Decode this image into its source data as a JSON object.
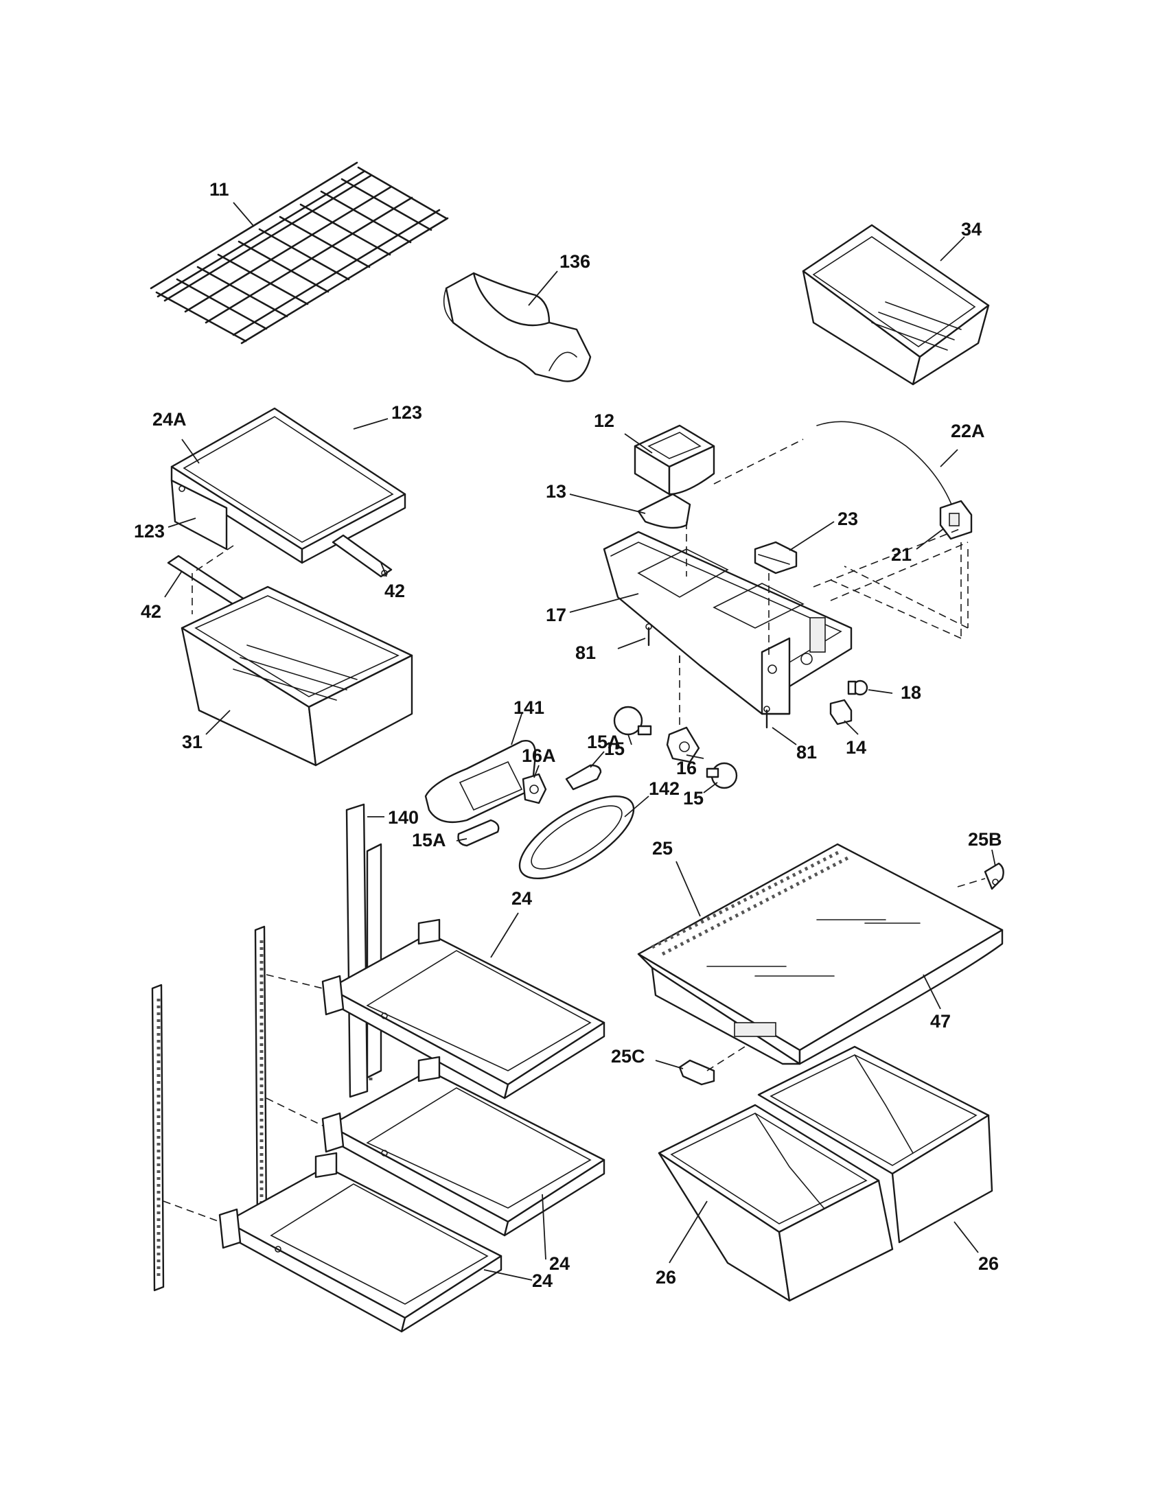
{
  "labels": {
    "l11": "11",
    "l136": "136",
    "l34": "34",
    "l24A": "24A",
    "l123a": "123",
    "l123b": "123",
    "l42a": "42",
    "l42b": "42",
    "l31": "31",
    "l12": "12",
    "l13": "13",
    "l22A": "22A",
    "l23": "23",
    "l21": "21",
    "l17": "17",
    "l81a": "81",
    "l81b": "81",
    "l18": "18",
    "l14": "14",
    "l15a": "15",
    "l15b": "15",
    "l16": "16",
    "l141": "141",
    "l16A": "16A",
    "l15Aa": "15A",
    "l15Ab": "15A",
    "l142": "142",
    "l140": "140",
    "l25": "25",
    "l25B": "25B",
    "l24a": "24",
    "l24b": "24",
    "l24c": "24",
    "l47": "47",
    "l25C": "25C",
    "l26a": "26",
    "l26b": "26"
  }
}
